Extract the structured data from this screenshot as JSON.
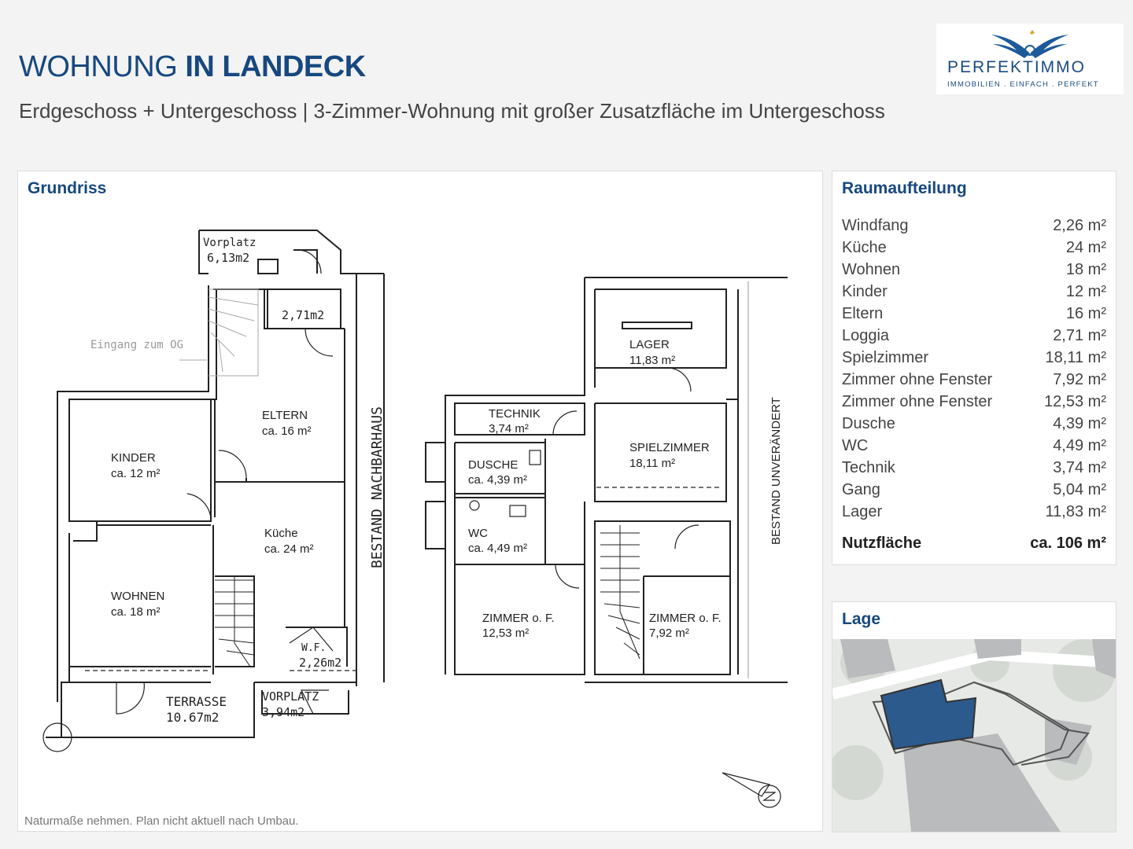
{
  "header": {
    "title_light": "WOHNUNG ",
    "title_bold": "IN LANDECK",
    "subtitle": "Erdgeschoss + Untergeschoss | 3-Zimmer-Wohnung mit großer Zusatzfläche im Untergeschoss"
  },
  "logo": {
    "brand": "PERFEKTIMMO",
    "tagline": "IMMOBILIEN . EINFACH . PERFEKT",
    "icon": "eagle-wings-icon"
  },
  "plan": {
    "title": "Grundriss",
    "note": "Naturmaße nehmen. Plan nicht aktuell nach Umbau.",
    "labels": {
      "vorplatz_top": "Vorplatz",
      "vorplatz_top_area": "6,13m2",
      "loggia_area": "2,71m2",
      "eingang": "Eingang zum OG",
      "eltern": "ELTERN",
      "eltern_area": "ca. 16 m²",
      "kinder": "KINDER",
      "kinder_area": "ca. 12 m²",
      "kueche": "Küche",
      "kueche_area": "ca. 24 m²",
      "wohnen": "WOHNEN",
      "wohnen_area": "ca. 18 m²",
      "wf": "W.F.",
      "wf_area": "2,26m2",
      "terrasse": "TERRASSE",
      "terrasse_area": "10.67m2",
      "vorplatz_bottom": "VORPLATZ",
      "vorplatz_bottom_area": "3,94m2",
      "nachbarhaus": "BESTAND NACHBARHAUS",
      "lager": "LAGER",
      "lager_area": "11,83 m²",
      "technik": "TECHNIK",
      "technik_area": "3,74 m²",
      "dusche": "DUSCHE",
      "dusche_area": "ca. 4,39 m²",
      "spielzimmer": "SPIELZIMMER",
      "spielzimmer_area": "18,11 m²",
      "wc": "WC",
      "wc_area": "ca. 4,49 m²",
      "zimmer1": "ZIMMER o. F.",
      "zimmer1_area": "12,53 m²",
      "zimmer2": "ZIMMER o. F.",
      "zimmer2_area": "7,92 m²",
      "unveraendert": "BESTAND UNVERÄNDERT"
    }
  },
  "rooms": {
    "title": "Raumaufteilung",
    "items": [
      {
        "name": "Windfang",
        "value": "2,26 m²"
      },
      {
        "name": "Küche",
        "value": "24 m²"
      },
      {
        "name": "Wohnen",
        "value": "18 m²"
      },
      {
        "name": "Kinder",
        "value": "12 m²"
      },
      {
        "name": "Eltern",
        "value": "16 m²"
      },
      {
        "name": "Loggia",
        "value": "2,71 m²"
      },
      {
        "name": "Spielzimmer",
        "value": "18,11 m²"
      },
      {
        "name": "Zimmer ohne Fenster",
        "value": "7,92 m²"
      },
      {
        "name": "Zimmer ohne Fenster",
        "value": "12,53 m²"
      },
      {
        "name": "Dusche",
        "value": "4,39 m²"
      },
      {
        "name": "WC",
        "value": "4,49 m²"
      },
      {
        "name": "Technik",
        "value": "3,74 m²"
      },
      {
        "name": "Gang",
        "value": "5,04 m²"
      },
      {
        "name": "Lager",
        "value": "11,83 m²"
      }
    ],
    "total_name": "Nutzfläche",
    "total_value": "ca. 106 m²"
  },
  "lage": {
    "title": "Lage",
    "highlight_color": "#2c5a8c"
  }
}
